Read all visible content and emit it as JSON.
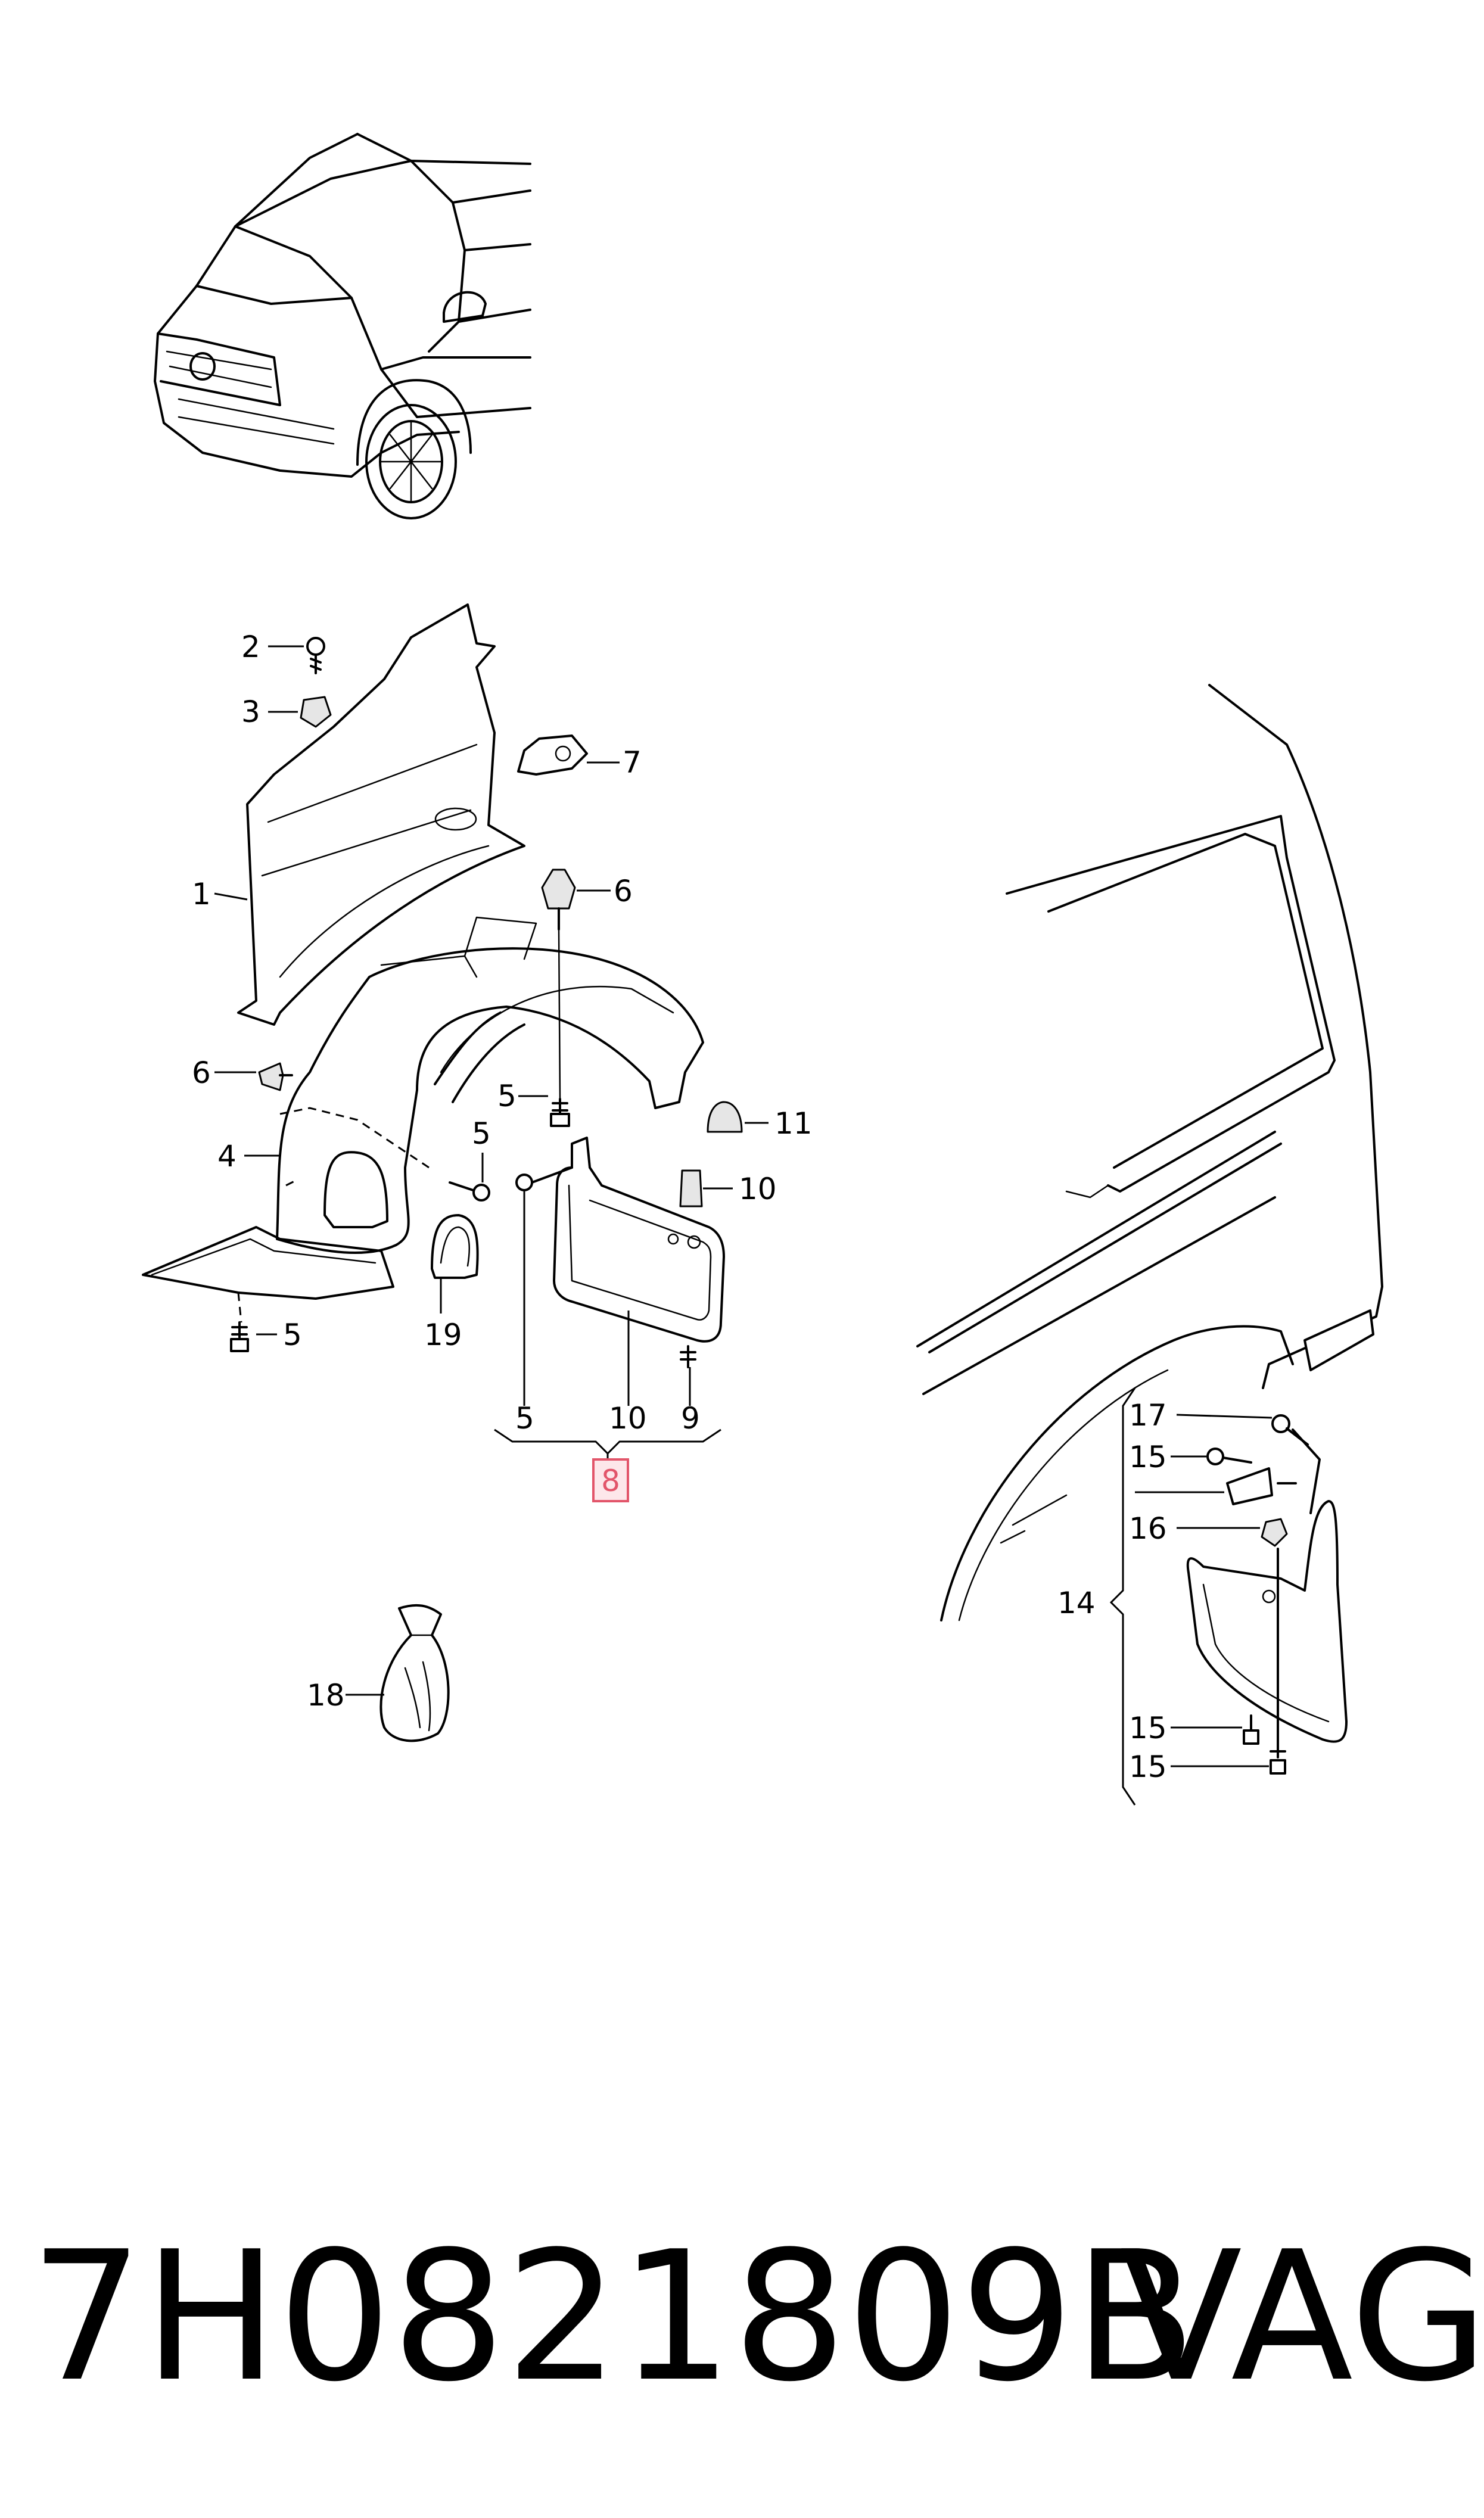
{
  "callouts": {
    "c1": "1",
    "c2": "2",
    "c3": "3",
    "c4": "4",
    "c5a": "5",
    "c5b": "5",
    "c5c": "5",
    "c5d": "5",
    "c6a": "6",
    "c6b": "6",
    "c7": "7",
    "c8": "8",
    "c9": "9",
    "c10a": "10",
    "c10b": "10",
    "c11": "11",
    "c14": "14",
    "c15a": "15",
    "c15b": "15",
    "c15c": "15",
    "c16": "16",
    "c17": "17",
    "c18": "18",
    "c19": "19"
  },
  "highlight_color": "#e2556a",
  "footer": {
    "part_number": "7H0821809B",
    "brand": "VAG"
  }
}
